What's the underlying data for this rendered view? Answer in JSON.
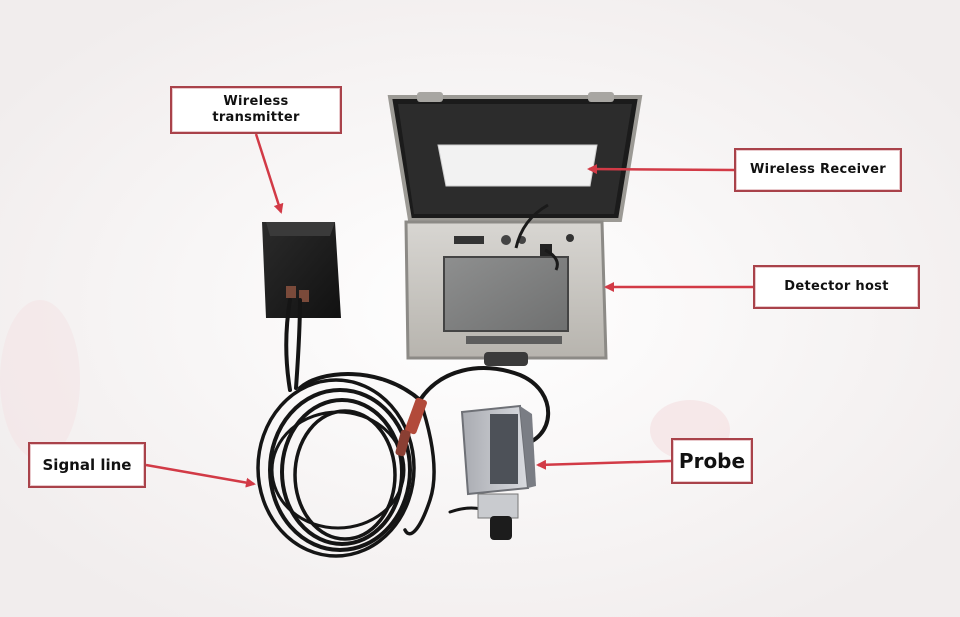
{
  "figure": {
    "labels": {
      "wireless_transmitter": "Wireless\ntransmitter",
      "wireless_receiver": "Wireless Receiver",
      "detector_host": "Detector host",
      "signal_line": "Signal line",
      "probe": "Probe"
    },
    "colors": {
      "callout_border": "#a9424a",
      "arrow": "#d23a46",
      "background": "#f7f5f5"
    },
    "icons": [
      "wireless-transmitter-box",
      "detector-host-case",
      "probe-device",
      "signal-cable-coil"
    ]
  }
}
